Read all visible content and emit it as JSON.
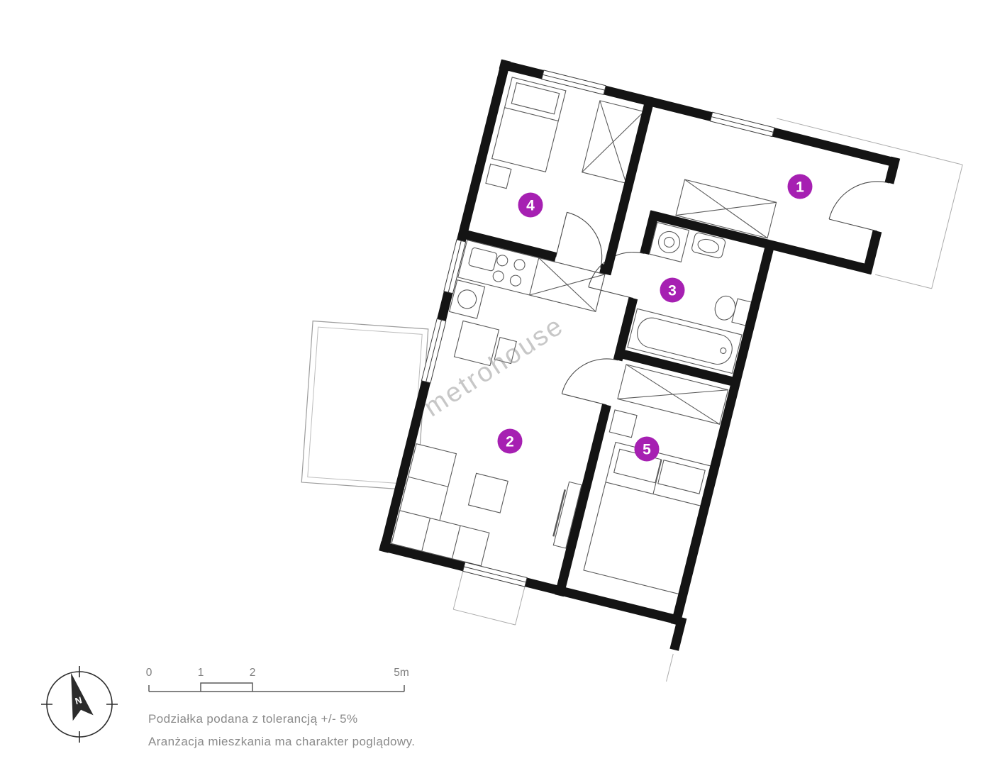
{
  "watermark": {
    "text": "metrohouse"
  },
  "floorplan": {
    "marker_color": "#A620B2",
    "markers": [
      {
        "label": "1"
      },
      {
        "label": "2"
      },
      {
        "label": "3"
      },
      {
        "label": "4"
      },
      {
        "label": "5"
      }
    ]
  },
  "compass": {
    "north_label": "N"
  },
  "scale_bar": {
    "labels": [
      "0",
      "1",
      "2",
      "5m"
    ]
  },
  "notes": {
    "line1": "Podziałka podana z tolerancją +/- 5%",
    "line2": "Aranżacja mieszkania ma charakter poglądowy."
  }
}
